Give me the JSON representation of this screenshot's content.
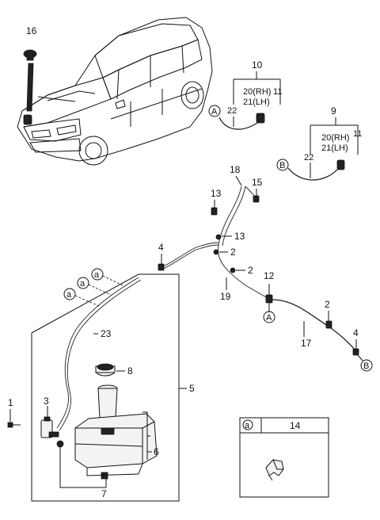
{
  "callouts": {
    "c1": "1",
    "c2a": "2",
    "c2b": "2",
    "c2c": "2",
    "c3": "3",
    "c4a": "4",
    "c4b": "4",
    "c5": "5",
    "c6": "6",
    "c7": "7",
    "c8": "8",
    "c9": "9",
    "c10": "10",
    "c11a": "11",
    "c11b": "11",
    "c12": "12",
    "c13a": "13",
    "c13b": "13",
    "c15": "15",
    "c16": "16",
    "c17": "17",
    "c18": "18",
    "c19": "19",
    "c22a": "22",
    "c22b": "22",
    "c23": "23",
    "c20rh_a": "20(RH)",
    "c21lh_a": "21(LH)",
    "c20rh_b": "20(RH)",
    "c21lh_b": "21(LH)"
  },
  "connectors": {
    "A_top": "A",
    "A_mid": "A",
    "B_top": "B",
    "B_mid": "B"
  },
  "clip_refs": {
    "a1": "a",
    "a2": "a",
    "a3": "a"
  },
  "inset": {
    "ref": "a",
    "part_no": "14"
  }
}
